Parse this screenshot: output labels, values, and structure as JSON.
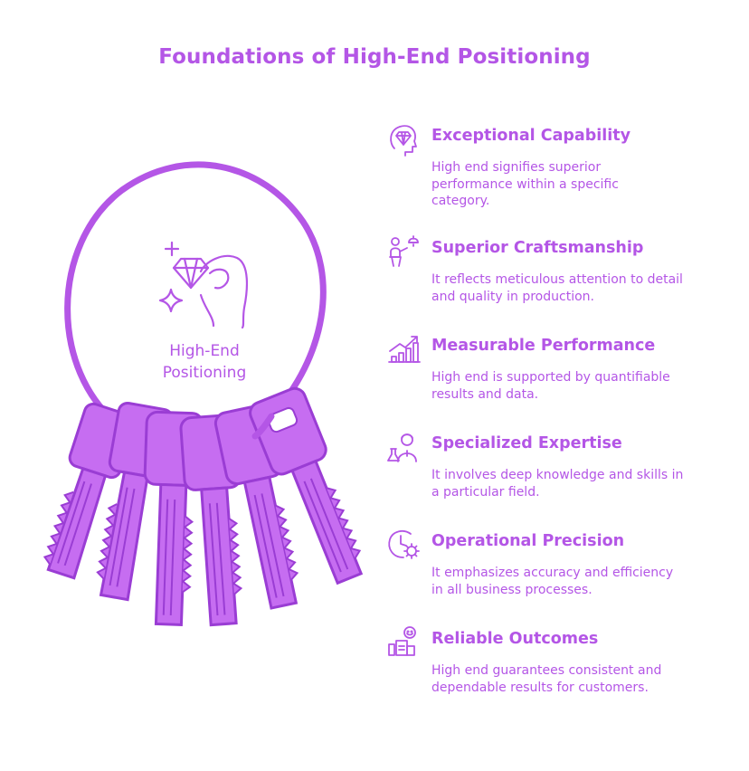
{
  "title": "Foundations of High-End Positioning",
  "center": {
    "line1": "High-End",
    "line2": "Positioning"
  },
  "colors": {
    "accent": "#b456e6",
    "fill": "#c66df1",
    "stroke": "#b456e6",
    "background": "#ffffff"
  },
  "items": [
    {
      "heading": "Exceptional Capability",
      "desc1": "High end signifies superior",
      "desc2": "performance within a specific",
      "desc3": "category.",
      "icon": "head-diamond-icon"
    },
    {
      "heading": "Superior Craftsmanship",
      "desc1": "It reflects meticulous attention to detail",
      "desc2": "and quality in production.",
      "desc3": "",
      "icon": "artisan-icon"
    },
    {
      "heading": "Measurable Performance",
      "desc1": "High end is supported by quantifiable",
      "desc2": "results and data.",
      "desc3": "",
      "icon": "growth-chart-icon"
    },
    {
      "heading": "Specialized Expertise",
      "desc1": "It involves deep knowledge and skills in",
      "desc2": "a particular field.",
      "desc3": "",
      "icon": "scientist-icon"
    },
    {
      "heading": "Operational Precision",
      "desc1": "It emphasizes accuracy and efficiency",
      "desc2": "in all business processes.",
      "desc3": "",
      "icon": "clock-gear-icon"
    },
    {
      "heading": "Reliable Outcomes",
      "desc1": "High end guarantees consistent and",
      "desc2": "dependable results for customers.",
      "desc3": "",
      "icon": "satisfied-customer-icon"
    }
  ]
}
